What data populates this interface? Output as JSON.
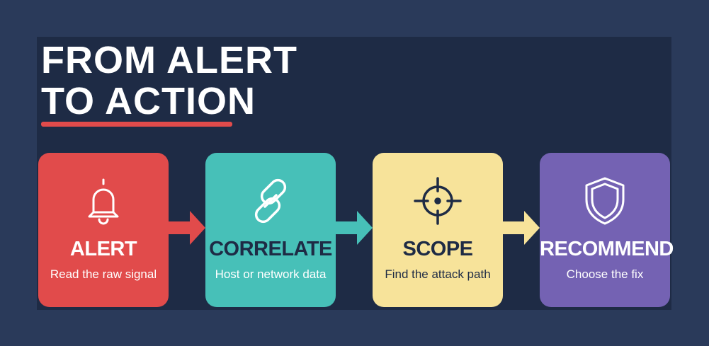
{
  "title": {
    "line1": "FROM ALERT",
    "line2": "TO ACTION"
  },
  "colors": {
    "background": "#2a3a5a",
    "panel": "#1e2b45",
    "accent": "#e14b4b",
    "alert": "#e14b4b",
    "correlate": "#47c0b8",
    "scope": "#f7e39a",
    "recommend": "#7462b3"
  },
  "steps": [
    {
      "label": "ALERT",
      "desc": "Read the raw signal",
      "icon": "bell-icon",
      "color": "#e14b4b"
    },
    {
      "label": "CORRELATE",
      "desc": "Host or network data",
      "icon": "chain-link-icon",
      "color": "#47c0b8"
    },
    {
      "label": "SCOPE",
      "desc": "Find the attack path",
      "icon": "crosshair-icon",
      "color": "#f7e39a"
    },
    {
      "label": "RECOMMEND",
      "desc": "Choose the fix",
      "icon": "shield-icon",
      "color": "#7462b3"
    }
  ]
}
